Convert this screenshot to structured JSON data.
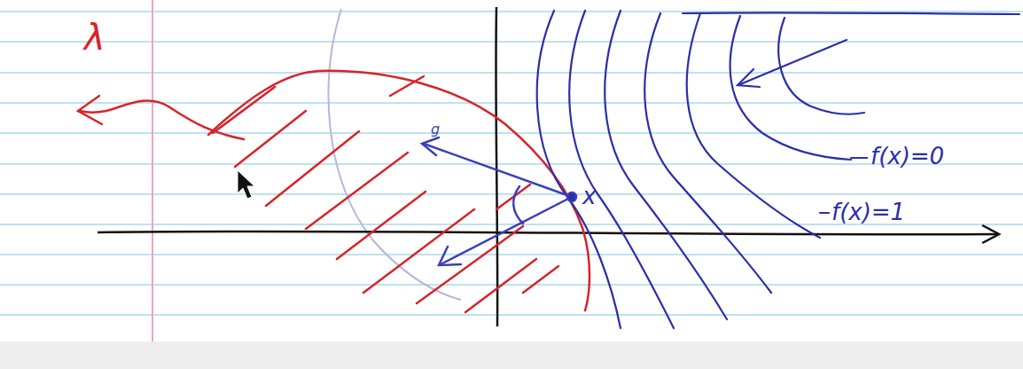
{
  "diagram": {
    "labels": [
      "λ",
      "g",
      "x",
      "f(x)=0",
      "f(x)=1"
    ]
  }
}
